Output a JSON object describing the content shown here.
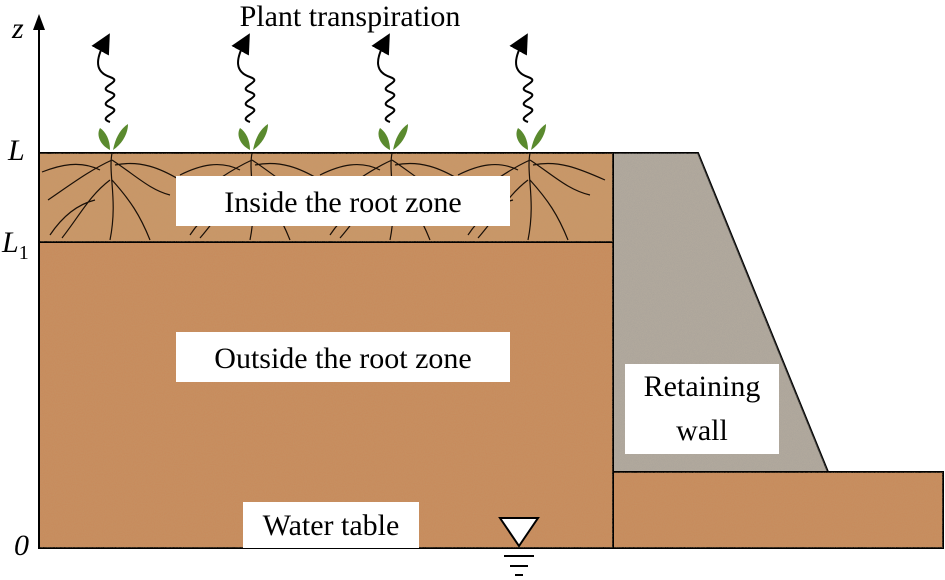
{
  "title": "Plant transpiration",
  "axis": {
    "z_label": "z",
    "top_label": "L",
    "mid_label_main": "L",
    "mid_label_sub": "1",
    "origin_label": "0"
  },
  "labels": {
    "root_zone_inside": "Inside the root zone",
    "root_zone_outside": "Outside the root zone",
    "wall_line1": "Retaining",
    "wall_line2": "wall",
    "water_table": "Water table"
  },
  "colors": {
    "soil": "#c8895a",
    "root_soil": "#c99667",
    "wall": "#b8aea0",
    "plant": "#5a8a2e",
    "line": "#000000"
  },
  "icons": {
    "plants": [
      "sprout-icon",
      "sprout-icon",
      "sprout-icon",
      "sprout-icon"
    ],
    "water_table_marker": "water-table-triangle-icon"
  }
}
